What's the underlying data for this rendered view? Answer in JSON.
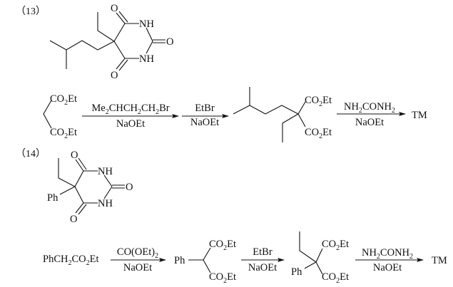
{
  "problem13": {
    "label": "（13）",
    "target": {
      "O_top": "O",
      "NH_top": "NH",
      "O_right": "O",
      "NH_bottom": "NH",
      "O_bottom": "O"
    },
    "start": {
      "top": [
        [
          "CO",
          0
        ],
        [
          "2",
          1
        ],
        [
          "Et",
          0
        ]
      ],
      "bottom": [
        [
          "CO",
          0
        ],
        [
          "2",
          1
        ],
        [
          "Et",
          0
        ]
      ]
    },
    "step1": {
      "above": [
        [
          "Me",
          0
        ],
        [
          "2",
          1
        ],
        [
          "CHCH",
          0
        ],
        [
          "2",
          1
        ],
        [
          "CH",
          0
        ],
        [
          "2",
          1
        ],
        [
          "Br",
          0
        ]
      ],
      "below": [
        [
          "NaOEt",
          0
        ]
      ]
    },
    "step2": {
      "above": [
        [
          "EtBr",
          0
        ]
      ],
      "below": [
        [
          "NaOEt",
          0
        ]
      ]
    },
    "intermediate": {
      "top": [
        [
          "CO",
          0
        ],
        [
          "2",
          1
        ],
        [
          "Et",
          0
        ]
      ],
      "bottom": [
        [
          "CO",
          0
        ],
        [
          "2",
          1
        ],
        [
          "Et",
          0
        ]
      ]
    },
    "step3": {
      "above": [
        [
          "NH",
          0
        ],
        [
          "2",
          1
        ],
        [
          "CONH",
          0
        ],
        [
          "2",
          1
        ]
      ],
      "below": [
        [
          "NaOEt",
          0
        ]
      ]
    },
    "product": "TM"
  },
  "problem14": {
    "label": "（14）",
    "target": {
      "O_top": "O",
      "NH_top": "NH",
      "O_right": "O",
      "NH_bottom": "NH",
      "O_bottom": "O",
      "Ph": "Ph"
    },
    "start": [
      [
        "PhCH",
        0
      ],
      [
        "2",
        1
      ],
      [
        "CO",
        0
      ],
      [
        "2",
        1
      ],
      [
        "Et",
        0
      ]
    ],
    "step1": {
      "above": [
        [
          "CO(OEt)",
          0
        ],
        [
          "2",
          1
        ]
      ],
      "below": [
        [
          "NaOEt",
          0
        ]
      ]
    },
    "intermediate1": {
      "Ph": "Ph",
      "top": [
        [
          "CO",
          0
        ],
        [
          "2",
          1
        ],
        [
          "Et",
          0
        ]
      ],
      "bottom": [
        [
          "CO",
          0
        ],
        [
          "2",
          1
        ],
        [
          "Et",
          0
        ]
      ]
    },
    "step2": {
      "above": [
        [
          "EtBr",
          0
        ]
      ],
      "below": [
        [
          "NaOEt",
          0
        ]
      ]
    },
    "intermediate2": {
      "Ph": "Ph",
      "top": [
        [
          "CO",
          0
        ],
        [
          "2",
          1
        ],
        [
          "Et",
          0
        ]
      ],
      "bottom": [
        [
          "CO",
          0
        ],
        [
          "2",
          1
        ],
        [
          "Et",
          0
        ]
      ]
    },
    "step3": {
      "above": [
        [
          "NH",
          0
        ],
        [
          "2",
          1
        ],
        [
          "CONH",
          0
        ],
        [
          "2",
          1
        ]
      ],
      "below": [
        [
          "NaOEt",
          0
        ]
      ]
    },
    "product": "TM"
  }
}
